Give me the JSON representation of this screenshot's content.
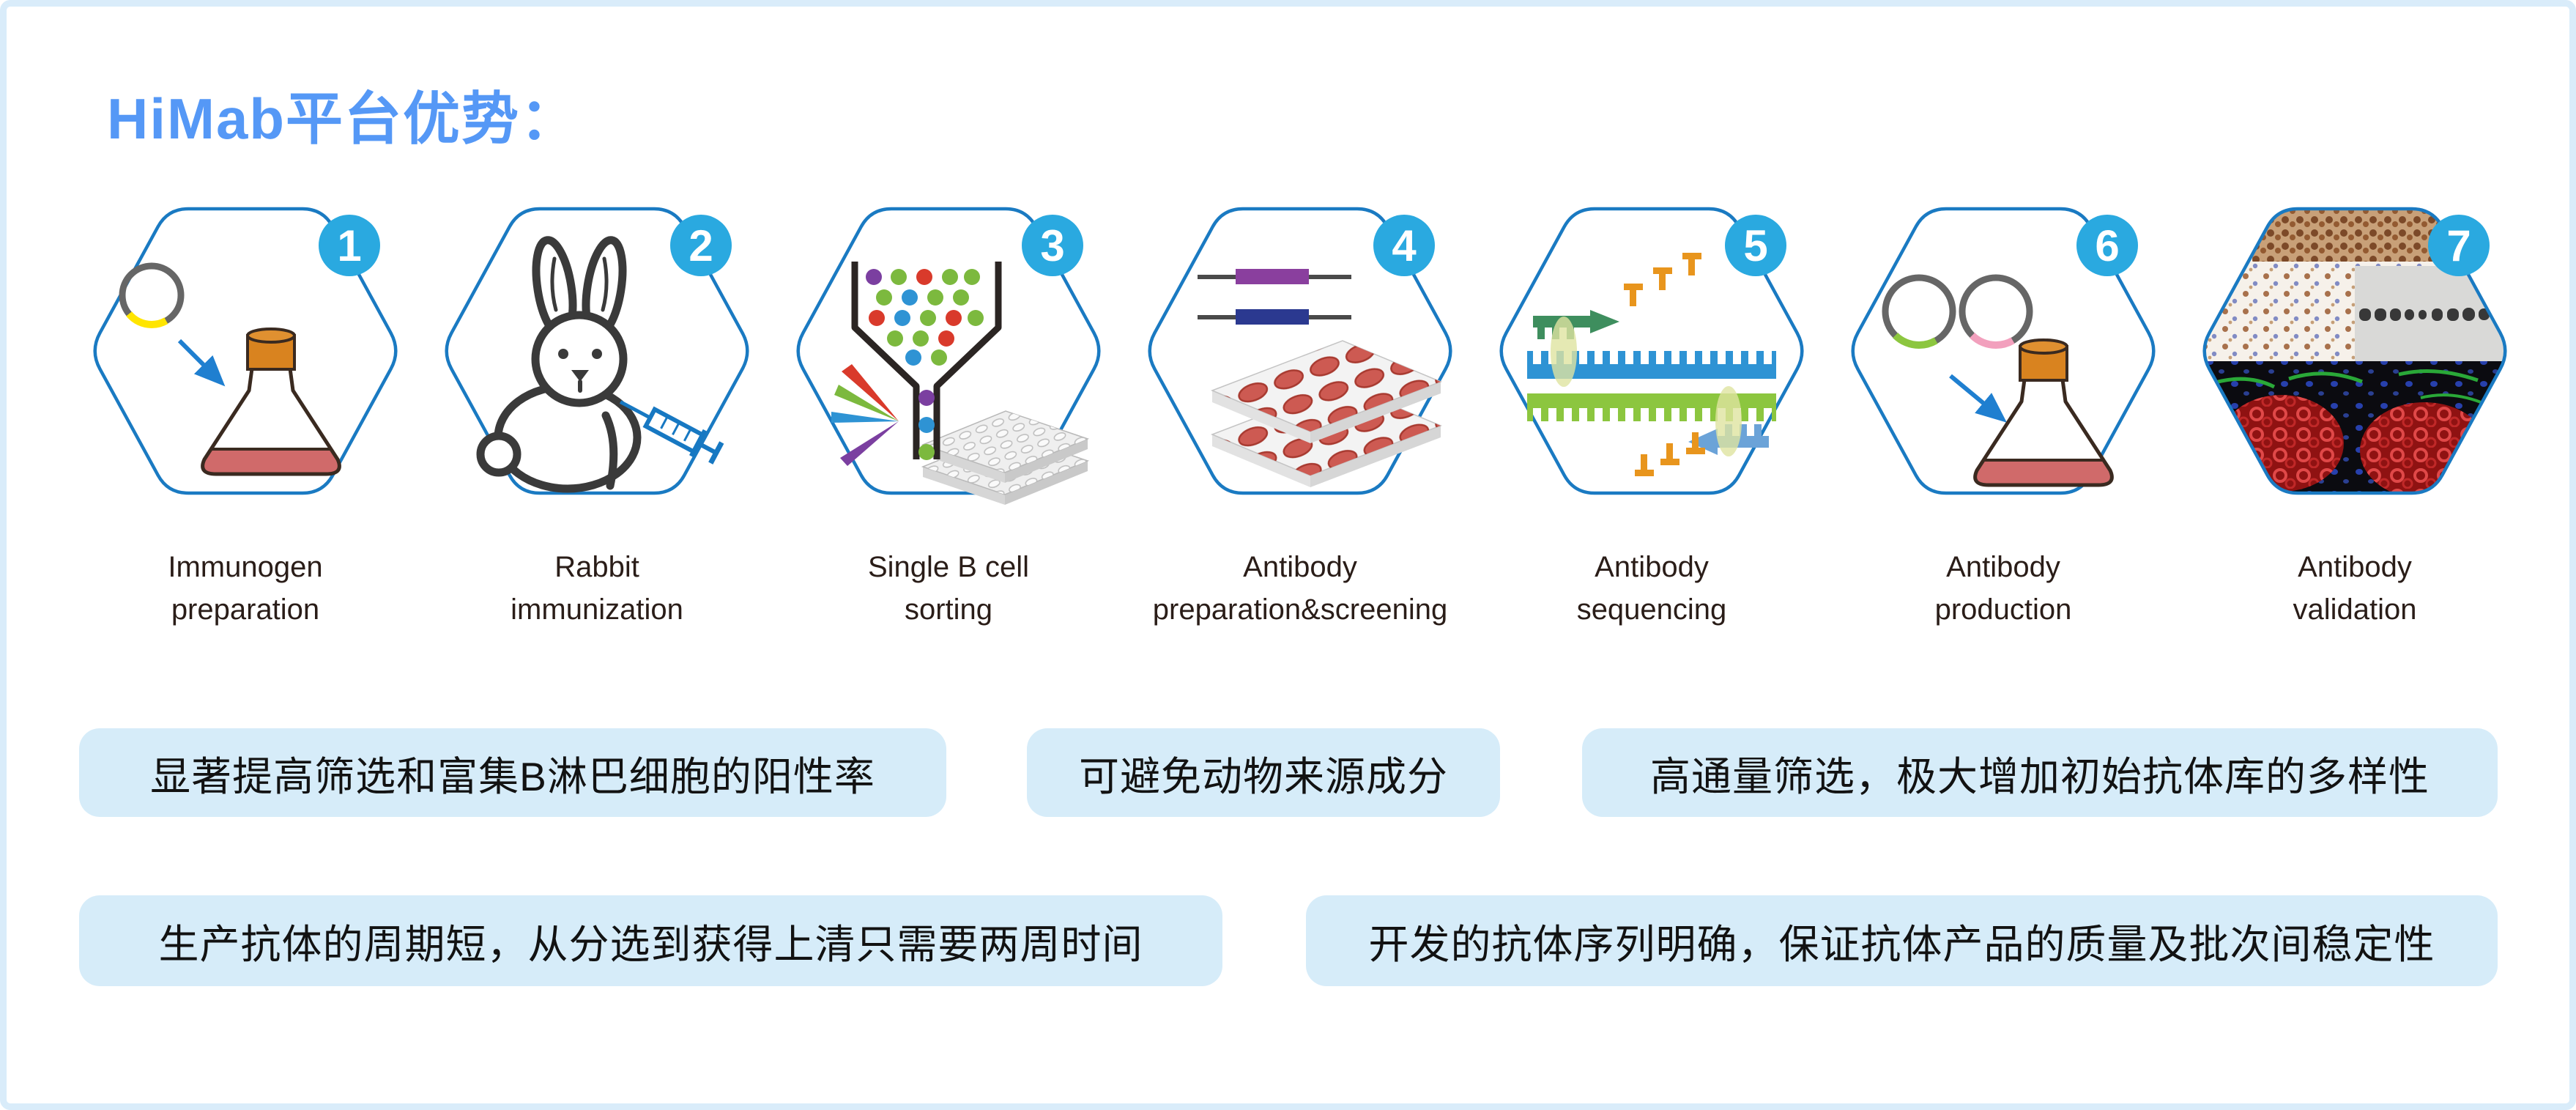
{
  "title": "HiMab平台优势：",
  "colors": {
    "title_blue": "#5598f6",
    "hexagon_outline": "#1a7ac2",
    "step_badge": "#2aa9e0",
    "benefit_box_bg": "#d6ecf9",
    "frame_border": "#d9ecfa",
    "label_text": "#2a1d18"
  },
  "steps": [
    {
      "num": "1",
      "label_line1": "Immunogen",
      "label_line2": "preparation",
      "icon": "plasmid-to-flask-icon"
    },
    {
      "num": "2",
      "label_line1": "Rabbit",
      "label_line2": "immunization",
      "icon": "rabbit-syringe-icon"
    },
    {
      "num": "3",
      "label_line1": "Single B cell",
      "label_line2": "sorting",
      "icon": "cell-sorter-plate-icon"
    },
    {
      "num": "4",
      "label_line1": "Antibody",
      "label_line2": "preparation&screening",
      "icon": "dna-culture-plate-icon"
    },
    {
      "num": "5",
      "label_line1": "Antibody",
      "label_line2": "sequencing",
      "icon": "dna-sequencing-icon"
    },
    {
      "num": "6",
      "label_line1": "Antibody",
      "label_line2": "production",
      "icon": "plasmids-to-flask-icon"
    },
    {
      "num": "7",
      "label_line1": "Antibody",
      "label_line2": "validation",
      "icon": "validation-microscopy-icon"
    }
  ],
  "benefits": [
    {
      "text": "显著提高筛选和富集B淋巴细胞的阳性率"
    },
    {
      "text": "可避免动物来源成分"
    },
    {
      "text": "高通量筛选，极大增加初始抗体库的多样性"
    },
    {
      "text": "生产抗体的周期短，从分选到获得上清只需要两周时间"
    },
    {
      "text": "开发的抗体序列明确，保证抗体产品的质量及批次间稳定性"
    }
  ]
}
